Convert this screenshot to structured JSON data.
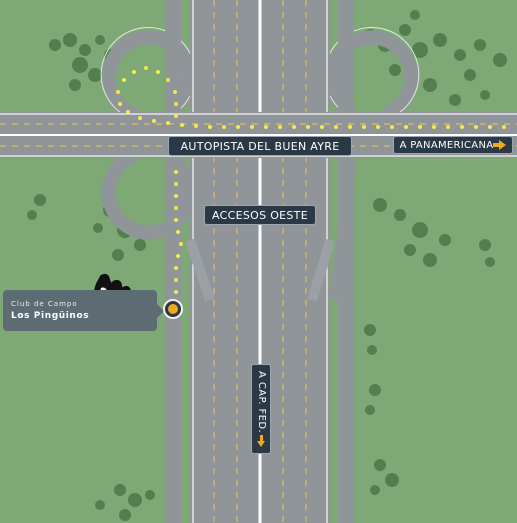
{
  "colors": {
    "grass": "#7fa877",
    "trees": "#4f7a4a",
    "road": "#8f9599",
    "road_edge": "#e6e6e6",
    "lane_dash": "#f2c94c",
    "route_dots": "#f5e84a",
    "sign_bg": "#2a3945",
    "accent_arrow": "#f2a81d"
  },
  "signs": {
    "autopista": "AUTOPISTA DEL BUEN AYRE",
    "panamericana": "A PANAMERICANA",
    "accesos": "ACCESOS OESTE",
    "capfed": "A CAP. FED."
  },
  "club": {
    "line1": "Club de Campo",
    "line2": "Los Pingüinos"
  },
  "icons": {
    "arrow_right": "arrow-right-icon",
    "arrow_down": "arrow-down-icon",
    "marker": "location-marker-icon",
    "penguins": "penguins-logo-icon"
  }
}
